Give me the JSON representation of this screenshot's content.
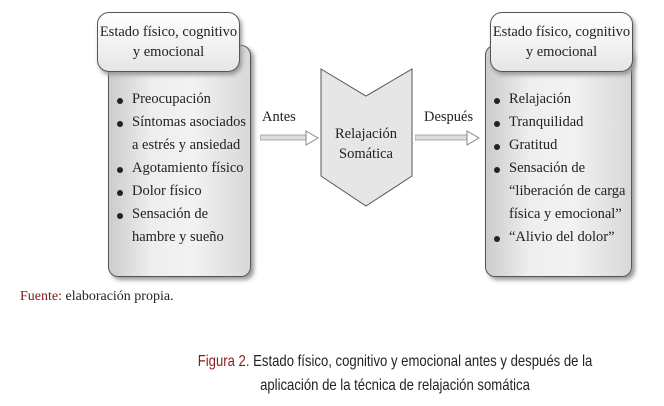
{
  "before": {
    "header": "Estado físico, cognitivo y emocional",
    "items": [
      "Preocupación",
      "Síntomas asociados a estrés y ansiedad",
      "Agotamiento físico",
      "Dolor físico",
      "Sensación de hambre y sueño"
    ]
  },
  "after": {
    "header": "Estado físico, cognitivo y emocional",
    "items": [
      "Relajación",
      "Tranquilidad",
      "Gratitud",
      "Sensación de “liberación de carga física y emocional”",
      "“Alivio del dolor”"
    ]
  },
  "arrows": {
    "before": "Antes",
    "after": "Después"
  },
  "center": {
    "label": "Relajación Somática"
  },
  "source": {
    "key": "Fuente:",
    "text": " elaboración propia."
  },
  "caption": {
    "key": "Figura 2.",
    "text": " Estado físico, cognitivo y emocional antes y después de la aplicación de la técnica de relajación somática"
  }
}
